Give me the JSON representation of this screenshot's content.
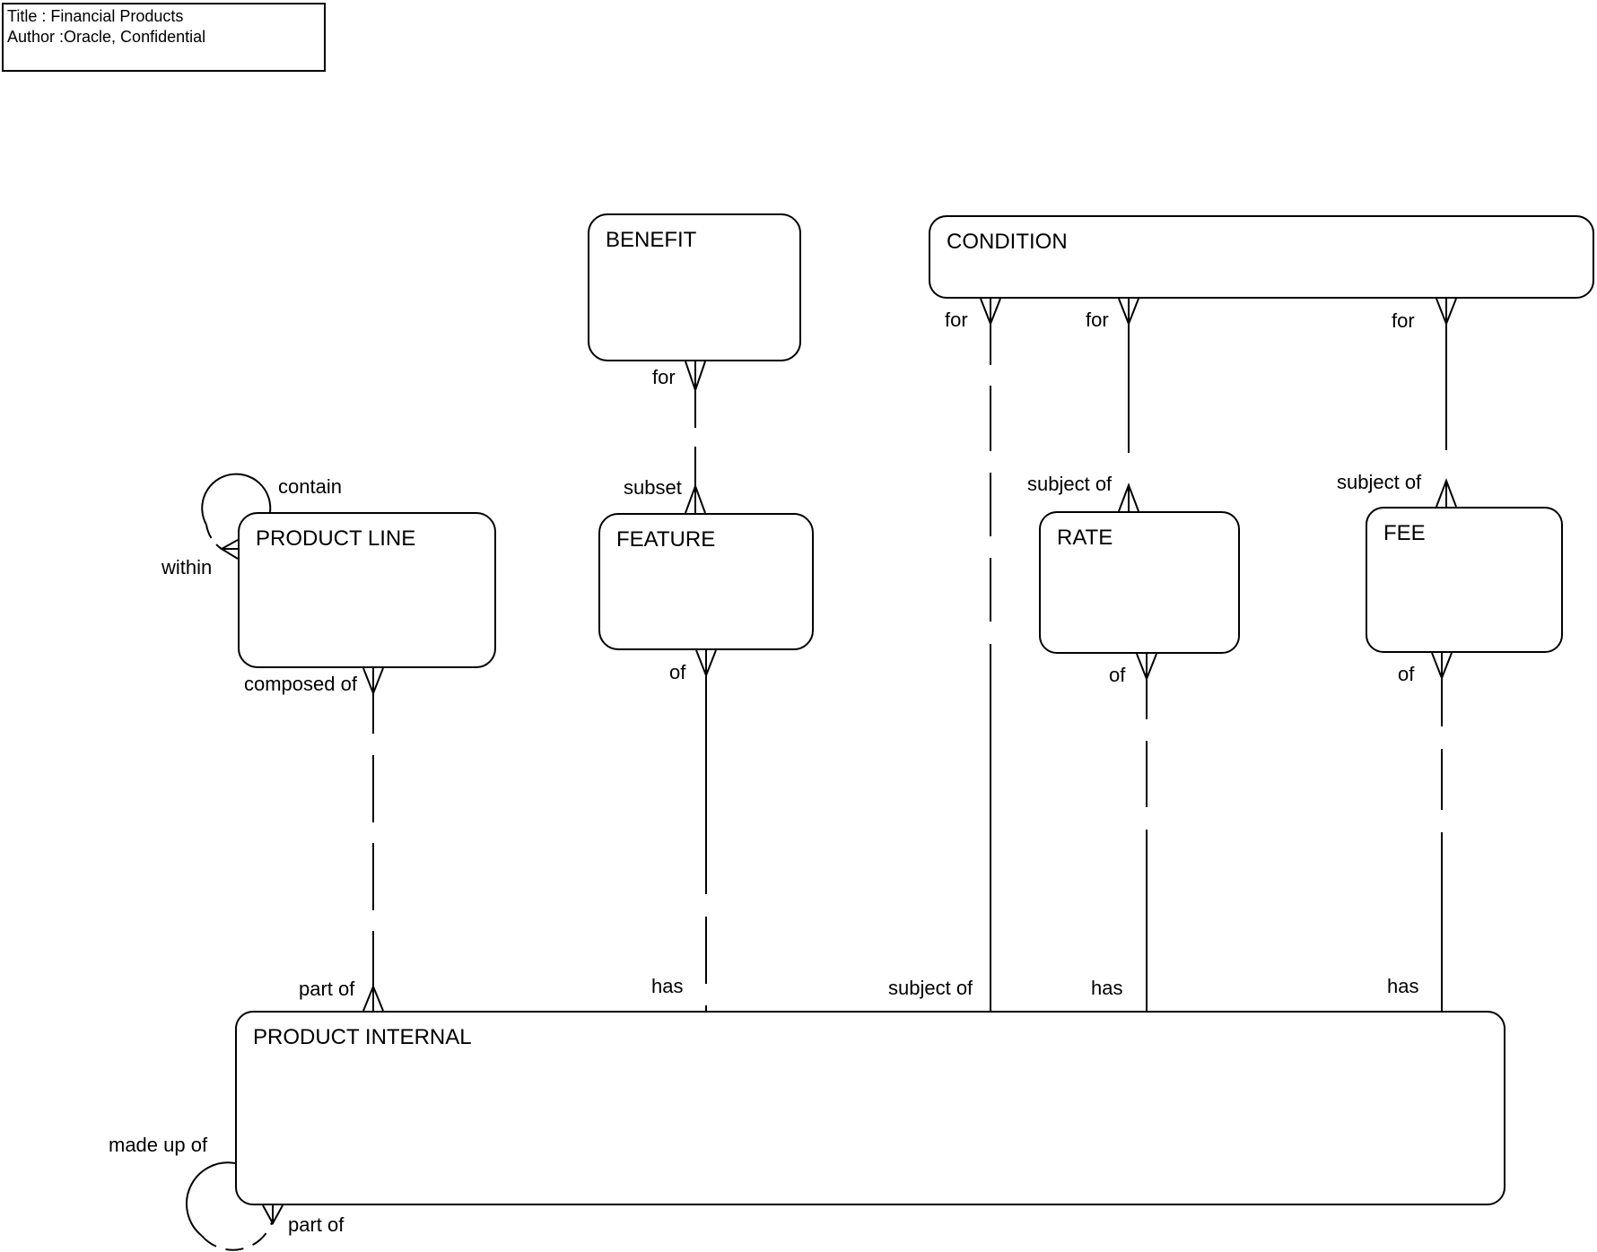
{
  "title_block": {
    "title": "Title : Financial Products",
    "author": "Author :Oracle, Confidential"
  },
  "entities": {
    "benefit": {
      "name": "BENEFIT"
    },
    "condition": {
      "name": "CONDITION"
    },
    "product_line": {
      "name": "PRODUCT LINE"
    },
    "feature": {
      "name": "FEATURE"
    },
    "rate": {
      "name": "RATE"
    },
    "fee": {
      "name": "FEE"
    },
    "product_internal": {
      "name": "PRODUCT INTERNAL"
    }
  },
  "relationships": {
    "benefit_feature": {
      "benefit_end": "for",
      "feature_end": "subset"
    },
    "product_line_self": {
      "one_end": "contain",
      "many_end": "within"
    },
    "product_line_product_internal": {
      "product_line_end": "composed of",
      "product_internal_end": "part of"
    },
    "feature_product_internal": {
      "feature_end": "of",
      "product_internal_end": "has"
    },
    "condition_product_internal": {
      "condition_end": "for",
      "product_internal_end": "subject of"
    },
    "condition_rate": {
      "condition_end": "for",
      "rate_end": "subject of"
    },
    "condition_fee": {
      "condition_end": "for",
      "fee_end": "subject of"
    },
    "rate_product_internal": {
      "rate_end": "of",
      "product_internal_end": "has"
    },
    "fee_product_internal": {
      "fee_end": "of",
      "product_internal_end": "has"
    },
    "product_internal_self": {
      "one_end": "made up of",
      "many_end": "part of"
    }
  },
  "colors": {
    "line": "#000000",
    "background": "#ffffff",
    "text": "#000000"
  }
}
